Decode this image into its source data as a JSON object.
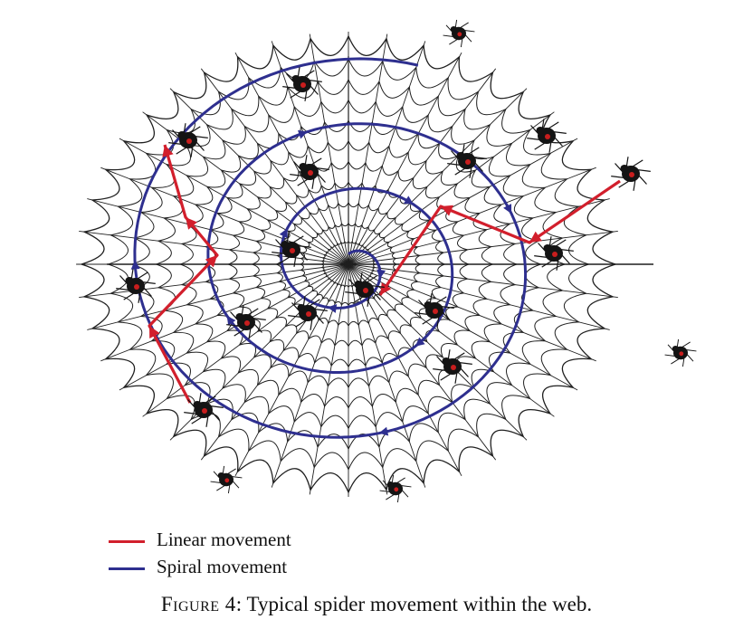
{
  "colors": {
    "web": "#1f1f1f",
    "linear": "#d21f2c",
    "spiral": "#2e2f8f",
    "spider_body": "#141414",
    "spider_mark": "#c81e1e"
  },
  "legend": {
    "linear_label": "Linear movement",
    "spiral_label": "Spiral movement"
  },
  "caption": {
    "figure_label": "Figure 4",
    "text": ": Typical spider movement within the web."
  }
}
